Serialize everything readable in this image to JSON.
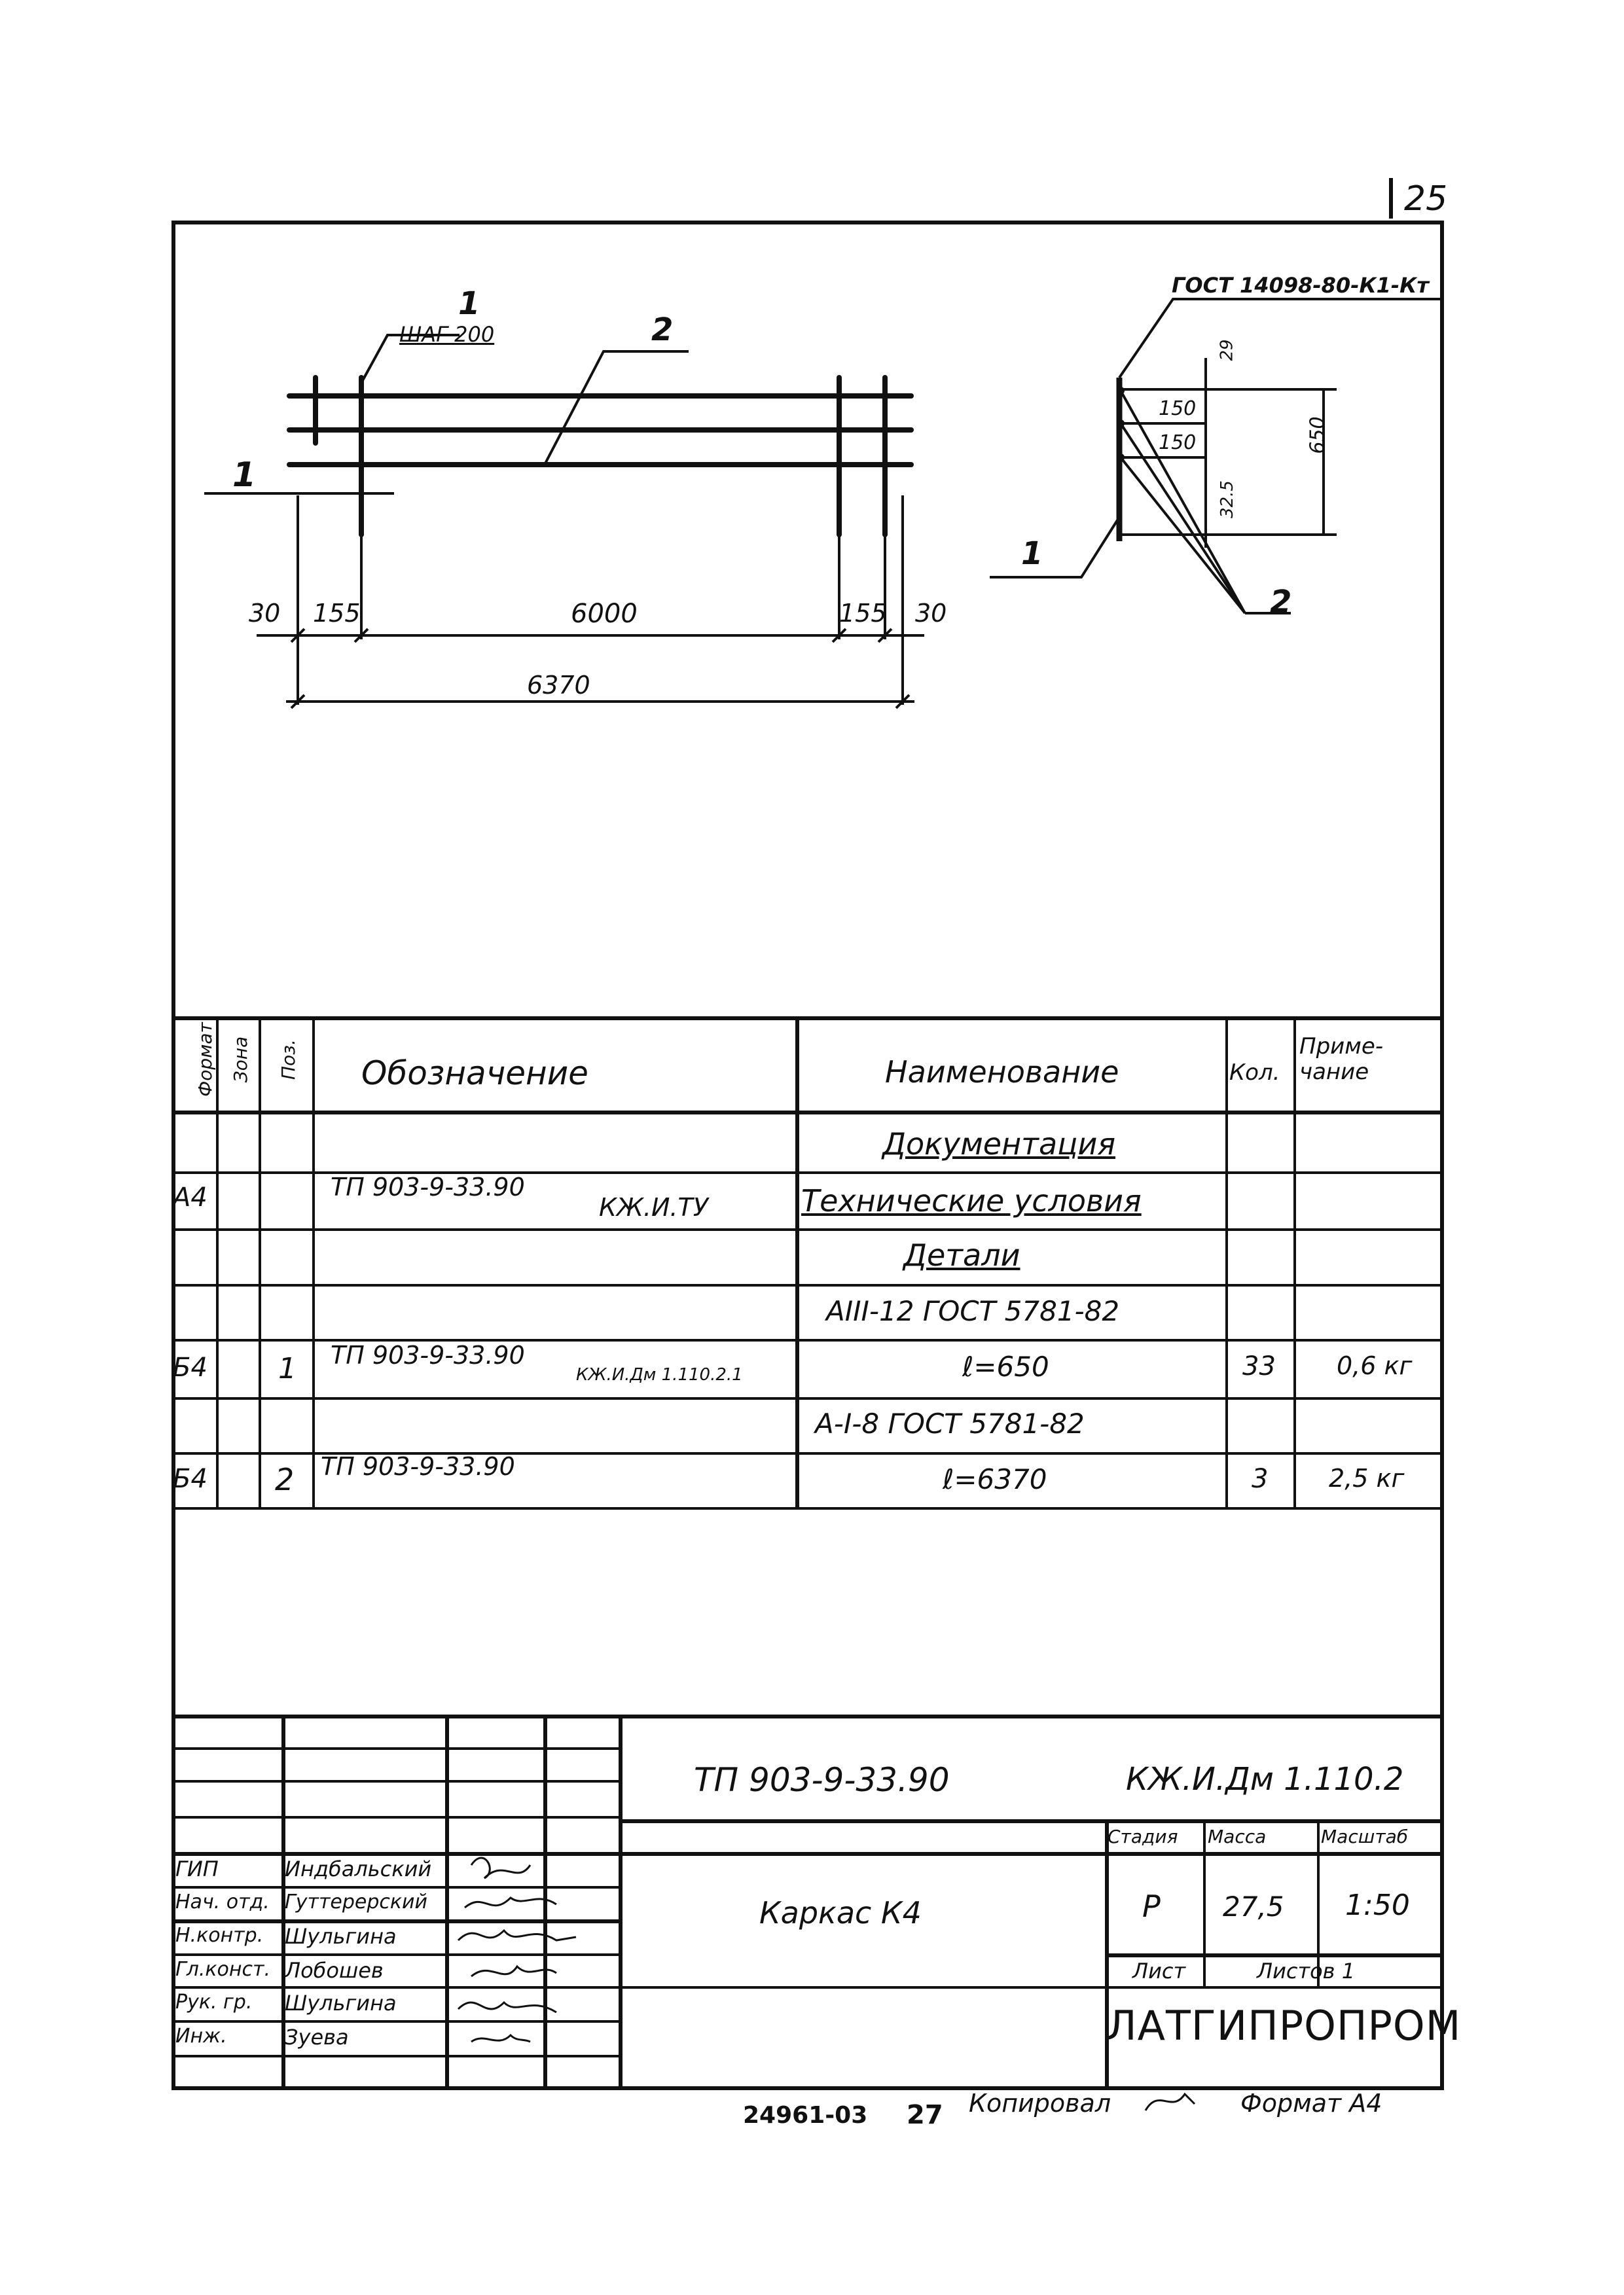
{
  "sheet_number": "25",
  "drawing": {
    "pos1_label": "1",
    "pos1_step": "ШАГ 200",
    "pos2_label": "2",
    "left_marker": "1",
    "dims_row": [
      "30",
      "155",
      "6000",
      "155",
      "30"
    ],
    "dim_total": "6370",
    "section_gost": "ГОСТ 14098-80-К1-Кт",
    "section_dims": [
      "29",
      "150",
      "150",
      "32.5"
    ],
    "section_total": "650",
    "section_pos1": "1",
    "section_pos2": "2"
  },
  "spec": {
    "headers": {
      "format": "Формат",
      "zone": "Зона",
      "pos": "Поз.",
      "designation": "Обозначение",
      "name": "Наименование",
      "qty": "Кол.",
      "note": "Приме-чание"
    },
    "section_docs": "Документация",
    "doc_row": {
      "format": "А4",
      "designation": "ТП 903-9-33.90",
      "designation_code": "КЖ.И.ТУ",
      "name": "Технические условия"
    },
    "section_details": "Детали",
    "material_1": "АIII-12 ГОСТ 5781-82",
    "row_1": {
      "format": "Б4",
      "pos": "1",
      "designation": "ТП 903-9-33.90",
      "designation_code": "КЖ.И.Дм 1.110.2.1",
      "name": "ℓ=650",
      "qty": "33",
      "note": "0,6 кг"
    },
    "material_2": "А-I-8 ГОСТ 5781-82",
    "row_2": {
      "format": "Б4",
      "pos": "2",
      "designation": "ТП 903-9-33.90",
      "name": "ℓ=6370",
      "qty": "3",
      "note": "2,5 кг"
    }
  },
  "title_block": {
    "doc_code": "ТП 903-9-33.90",
    "doc_code_suffix": "КЖ.И.Дм 1.110.2",
    "title": "Каркас К4",
    "stage_label": "Стадия",
    "mass_label": "Масса",
    "scale_label": "Масштаб",
    "stage": "Р",
    "mass": "27,5",
    "scale": "1:50",
    "sheet_label": "Лист",
    "sheets_label": "Листов 1",
    "org": "ЛАТГИПРОПРОМ",
    "roles": [
      {
        "role": "ГИП",
        "name": "Индбальский"
      },
      {
        "role": "Нач. отд.",
        "name": "Гуттерерский"
      },
      {
        "role": "Н.контр.",
        "name": "Шульгина"
      },
      {
        "role": "Гл.конст.",
        "name": "Лобошев"
      },
      {
        "role": "Рук. гр.",
        "name": "Шульгина"
      },
      {
        "role": "Инж.",
        "name": "Зуева"
      }
    ]
  },
  "footer": {
    "inv": "24961-03",
    "page": "27",
    "copy": "Копировал",
    "format": "Формат А4"
  }
}
